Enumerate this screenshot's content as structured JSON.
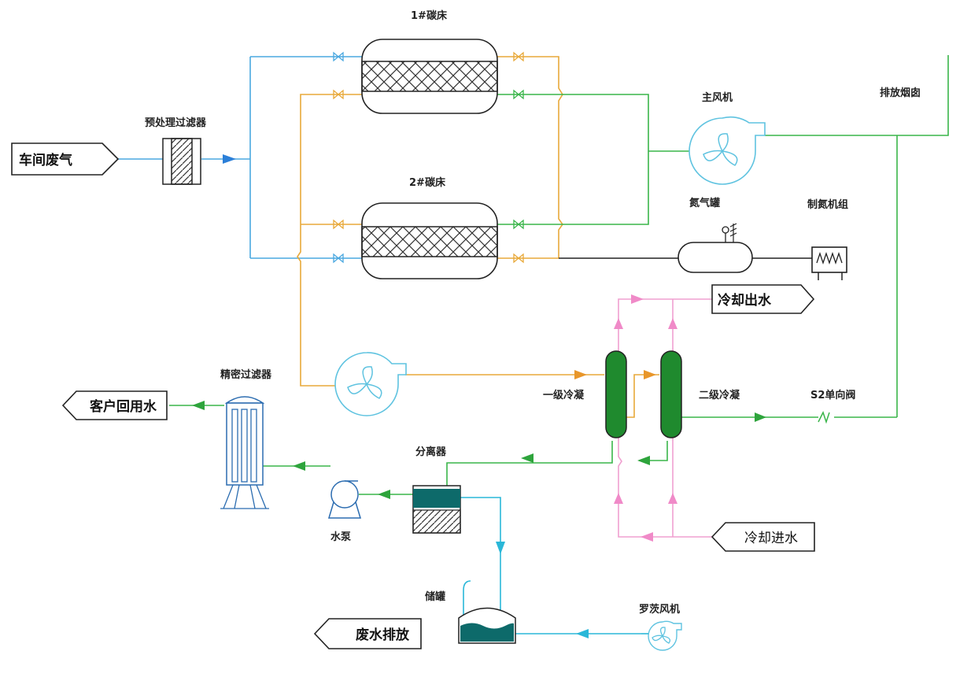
{
  "diagram": {
    "colors": {
      "gas_line": "#4aa8e0",
      "regen_line": "#e8a93a",
      "exhaust_line": "#3ab54a",
      "cooling_line": "#f0a0d0",
      "water_line": "#2ab7d8",
      "equipment_outline": "#333333",
      "condenser_fill": "#1f8a2e",
      "separator_fill": "#0d6a6a",
      "fan_outline": "#5fc3e0"
    },
    "labels": {
      "workshop_gas": "车间废气",
      "prefilter": "预处理过滤器",
      "bed1": "1#碳床",
      "bed2": "2#碳床",
      "main_fan": "主风机",
      "chimney": "排放烟囱",
      "nitrogen_tank": "氮气罐",
      "nitrogen_unit": "制氮机组",
      "cooling_out": "冷却出水",
      "cooling_in": "冷却进水",
      "precision_filter": "精密过滤器",
      "reuse_water": "客户回用水",
      "condenser1": "一级冷凝",
      "condenser2": "二级冷凝",
      "check_valve": "S2单向阀",
      "separator": "分离器",
      "pump": "水泵",
      "storage_tank": "储罐",
      "roots_fan": "罗茨风机",
      "wastewater": "废水排放"
    }
  }
}
